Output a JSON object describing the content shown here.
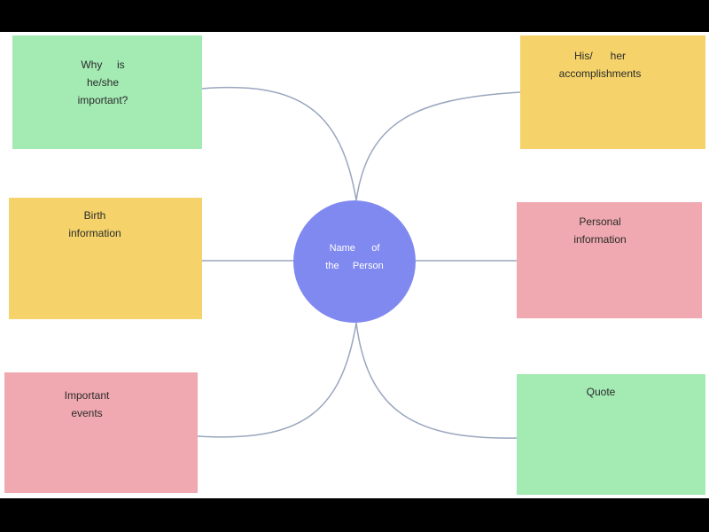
{
  "colors": {
    "green": "#a3eab3",
    "yellow": "#f5d36a",
    "pink": "#f0a9b0",
    "center": "#8089f0",
    "connector": "#9aa6bf"
  },
  "center": {
    "label": "Name      of\nthe     Person"
  },
  "nodes": {
    "why": {
      "label": "Why     is\nhe/she\nimportant?",
      "color": "green"
    },
    "birth": {
      "label": "Birth\ninformation",
      "color": "yellow"
    },
    "events": {
      "label": "Important\nevents",
      "color": "pink"
    },
    "accomplishments": {
      "label": "His/      her\naccomplishments",
      "color": "yellow"
    },
    "personal": {
      "label": "Personal\ninformation",
      "color": "pink"
    },
    "quote": {
      "label": "Quote",
      "color": "green"
    }
  }
}
